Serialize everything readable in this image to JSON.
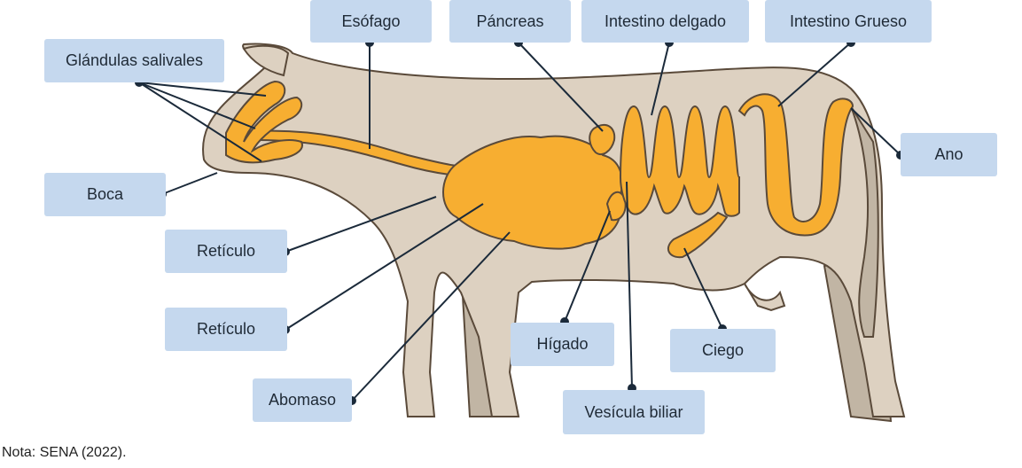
{
  "colors": {
    "label_bg": "#c5d8ee",
    "body": "#ddd1c1",
    "body_shadow": "#c1b5a4",
    "organ": "#f7ae31",
    "outline": "#5a4a3a",
    "pointer": "#1b2a3a"
  },
  "labels": {
    "esofago": "Esófago",
    "pancreas": "Páncreas",
    "intestino_delgado": "Intestino delgado",
    "intestino_grueso": "Intestino Grueso",
    "glandulas": "Glándulas salivales",
    "boca": "Boca",
    "ano": "Ano",
    "reticulo_1": "Retículo",
    "reticulo_2": "Retículo",
    "higado": "Hígado",
    "ciego": "Ciego",
    "abomaso": "Abomaso",
    "vesicula": "Vesícula biliar"
  },
  "note": "Nota: SENA (2022)."
}
